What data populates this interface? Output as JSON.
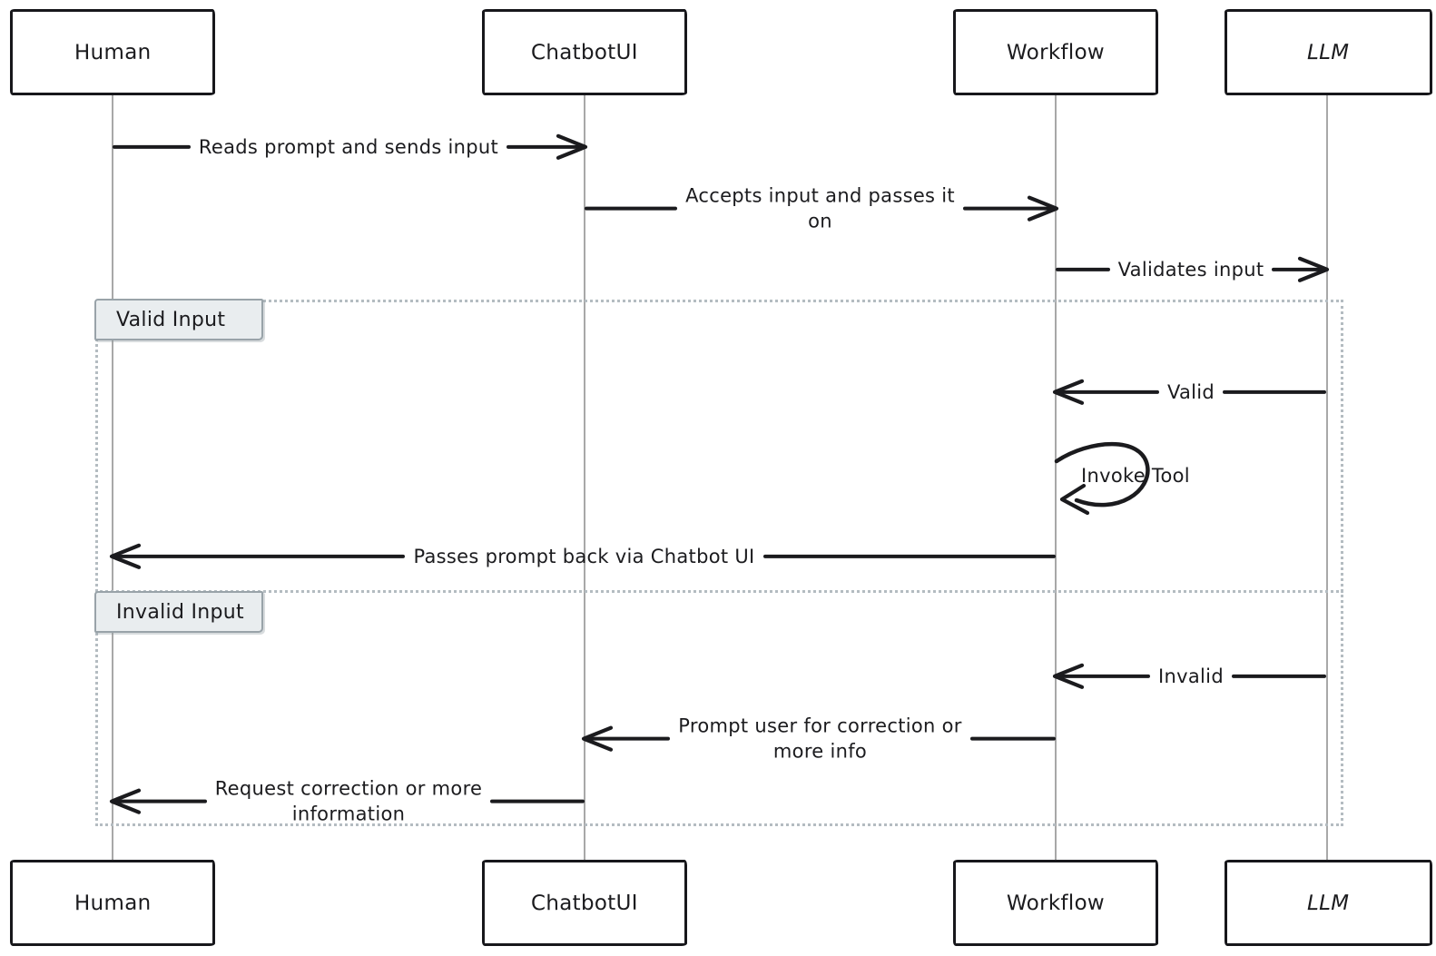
{
  "diagram": {
    "type": "sequence-diagram",
    "actors": [
      {
        "name": "Human"
      },
      {
        "name": "ChatbotUI"
      },
      {
        "name": "Workflow"
      },
      {
        "name": "LLM"
      }
    ],
    "messages": [
      {
        "from": "Human",
        "to": "ChatbotUI",
        "direction": "right",
        "lines": [
          "Reads prompt and sends input"
        ]
      },
      {
        "from": "ChatbotUI",
        "to": "Workflow",
        "direction": "right",
        "lines": [
          "Accepts input and passes it",
          "on"
        ]
      },
      {
        "from": "Workflow",
        "to": "LLM",
        "direction": "right",
        "lines": [
          "Validates input"
        ]
      },
      {
        "from": "LLM",
        "to": "Workflow",
        "direction": "left",
        "lines": [
          "Valid"
        ]
      },
      {
        "from": "Workflow",
        "to": "Workflow",
        "direction": "self",
        "lines": [
          "Invoke Tool"
        ]
      },
      {
        "from": "Workflow",
        "to": "Human",
        "direction": "left",
        "lines": [
          "Passes prompt back via Chatbot UI"
        ]
      },
      {
        "from": "LLM",
        "to": "Workflow",
        "direction": "left",
        "lines": [
          "Invalid"
        ]
      },
      {
        "from": "Workflow",
        "to": "ChatbotUI",
        "direction": "left",
        "lines": [
          "Prompt user for correction or",
          "more info"
        ]
      },
      {
        "from": "ChatbotUI",
        "to": "Human",
        "direction": "left",
        "lines": [
          "Request correction or more",
          "information"
        ]
      }
    ],
    "frame": {
      "sections": [
        {
          "label": "Valid Input"
        },
        {
          "label": "Invalid Input"
        }
      ]
    },
    "colors": {
      "stroke": "#1b1b1e",
      "lifeline": "#a8a8a8",
      "frame_border": "#b4bcc1",
      "section_label_bg": "#e9edef",
      "section_label_border": "#99a3a9"
    }
  }
}
